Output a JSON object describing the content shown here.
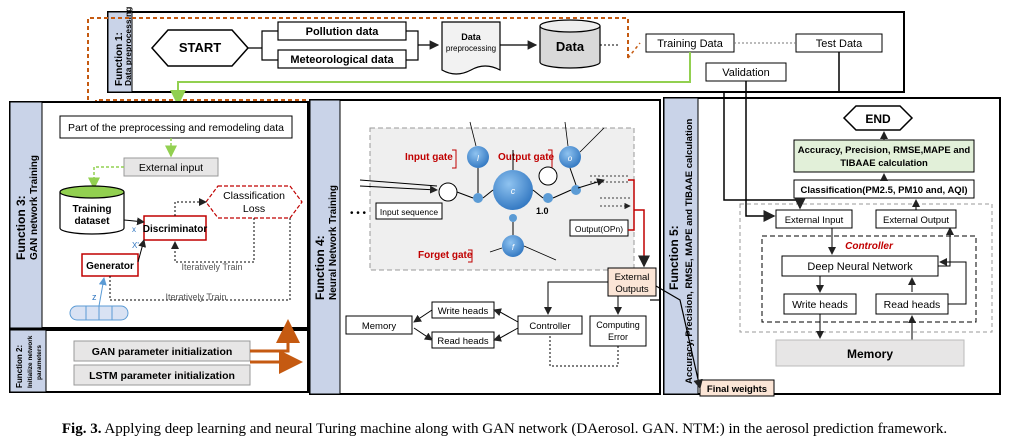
{
  "function1": {
    "title": "Function 1:",
    "subtitle": "Data preprocessing"
  },
  "function2": {
    "title": "Function 2:",
    "subtitle1": "Initialize network",
    "subtitle2": "parameters"
  },
  "function3": {
    "title": "Function 3:",
    "subtitle": "GAN network Training"
  },
  "function4": {
    "title": "Function 4:",
    "subtitle": "Neural Network Training"
  },
  "function5": {
    "title": "Function 5:",
    "subtitle": "Accuracy, Precision, RMSE, MAPE and TIBAAE calculation"
  },
  "f1": {
    "start": "START",
    "pollution": "Pollution data",
    "meteorological": "Meteorological data",
    "preprocessing1": "Data",
    "preprocessing2": "preprocessing",
    "data": "Data",
    "training": "Training Data",
    "test": "Test Data",
    "validation": "Validation"
  },
  "f2": {
    "gan_init": "GAN parameter initialization",
    "lstm_init": "LSTM parameter initialization"
  },
  "f3": {
    "part": "Part of the preprocessing and remodeling data",
    "external_input": "External input",
    "training_dataset1": "Training",
    "training_dataset2": "dataset",
    "discriminator": "Discriminator",
    "classification1": "Classification",
    "classification2": "Loss",
    "generator": "Generator",
    "iter1": "Iteratively Train",
    "iter2": "Iteratively Train",
    "x": "x",
    "xprime": "X'",
    "z": "z"
  },
  "f4": {
    "input_gate": "Input gate",
    "output_gate": "Output gate",
    "forget_gate": "Forget gate",
    "input_sequence": "Input sequence",
    "one": "1.0",
    "output_opn": "Output(OPn)",
    "external_outputs1": "External",
    "external_outputs2": "Outputs",
    "write_heads": "Write heads",
    "read_heads": "Read heads",
    "memory": "Memory",
    "controller": "Controller",
    "computing1": "Computing",
    "computing2": "Error",
    "ct": "c",
    "sym_i": "I",
    "sym_o": "o",
    "sym_f": "f"
  },
  "f5": {
    "end": "END",
    "metrics1": "Accuracy, Precision, RMSE,MAPE and",
    "metrics2": "TIBAAE calculation",
    "classification": "Classification(PM2.5, PM10 and, AQI)",
    "external_input": "External Input",
    "external_output": "External Output",
    "controller": "Controller",
    "dnn": "Deep Neural Network",
    "write_heads": "Write heads",
    "read_heads": "Read heads",
    "memory": "Memory",
    "final_weights": "Final weights"
  },
  "caption": {
    "label": "Fig. 3.",
    "text": "Applying deep learning and neural Turing machine along with GAN network (DAerosol. GAN. NTM:) in the aerosol prediction framework."
  },
  "colors": {
    "orange_dashed": "#c55a11",
    "orange_arrow": "#c55a11",
    "green_line": "#92d050",
    "blue_cell": "#5b9bd5",
    "red_label": "#c00000",
    "panel_header": "#c9d3e8",
    "peach": "#fbe5d6",
    "light_green": "#e2f0d9"
  }
}
